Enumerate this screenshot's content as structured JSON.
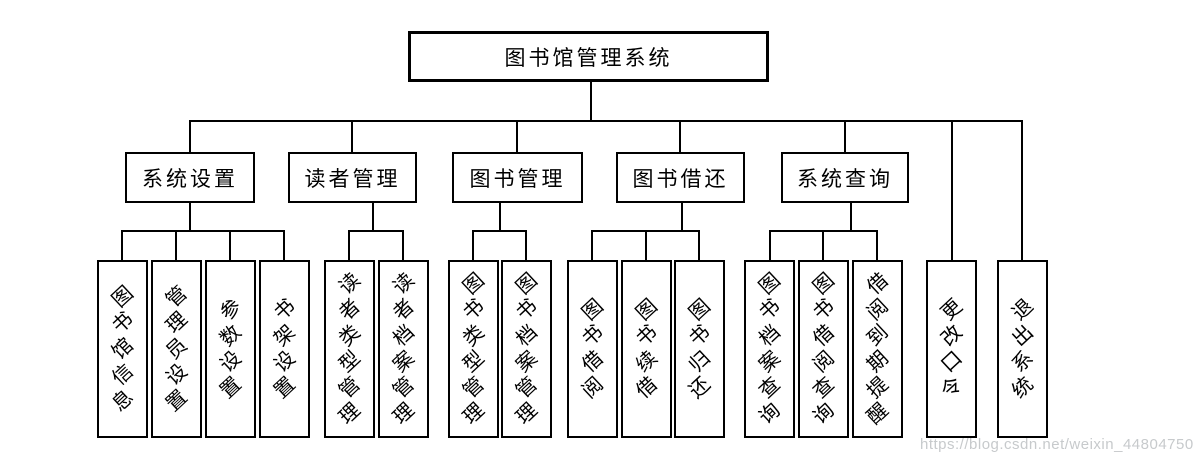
{
  "root": {
    "label": "图书馆管理系统"
  },
  "branches": [
    {
      "label": "系统设置",
      "children": [
        "图书馆信息",
        "管理员设置",
        "参数设置",
        "书架设置"
      ]
    },
    {
      "label": "读者管理",
      "children": [
        "读者类型管理",
        "读者档案管理"
      ]
    },
    {
      "label": "图书管理",
      "children": [
        "图书类型管理",
        "图书档案管理"
      ]
    },
    {
      "label": "图书借还",
      "children": [
        "图书借阅",
        "图书续借",
        "图书归还"
      ]
    },
    {
      "label": "系统查询",
      "children": [
        "图书档案查询",
        "图书借阅查询",
        "借阅到期提醒"
      ]
    }
  ],
  "standalone": [
    {
      "label": "更改口令"
    },
    {
      "label": "退出系统"
    }
  ],
  "watermark": {
    "text": "https://blog.csdn.net/weixin_44804750"
  },
  "colors": {
    "line": "#000000",
    "background": "#ffffff",
    "text": "#000000",
    "watermark": "#c7cacc"
  }
}
